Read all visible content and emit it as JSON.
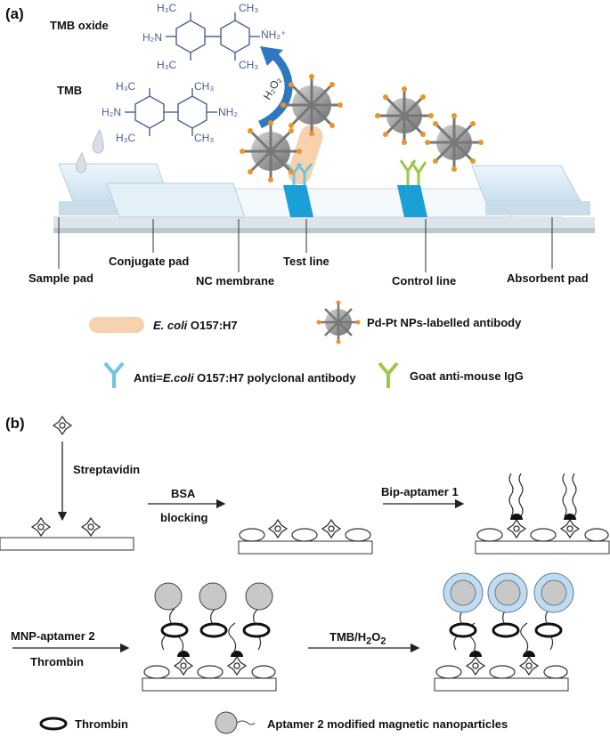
{
  "panel_a": {
    "label": "(a)",
    "tmb_oxide": "TMB oxide",
    "tmb": "TMB",
    "h2o2": "H2O2",
    "strip_labels": {
      "sample_pad": "Sample pad",
      "conjugate_pad": "Conjugate pad",
      "nc_membrane": "NC membrane",
      "test_line": "Test line",
      "control_line": "Control line",
      "absorbent_pad": "Absorbent pad"
    },
    "legend": {
      "ecoli_italic": "E. coli",
      "ecoli_rest": " O157:H7",
      "pdpt": "Pd-Pt NPs-labelled antibody",
      "anti_prefix": "Anti=",
      "anti_italic": "E.coli",
      "anti_rest": " O157:H7 polyclonal antibody",
      "goat": "Goat anti-mouse IgG"
    }
  },
  "panel_b": {
    "label": "(b)",
    "streptavidin": "Streptavidin",
    "bsa": "BSA",
    "blocking": "blocking",
    "bip_aptamer": "Bip-aptamer 1",
    "mnp_aptamer": "MNP-aptamer 2",
    "thrombin_step": "Thrombin",
    "tmb_h2o2": "TMB/H",
    "tmb_h2o2_sub1": "2",
    "tmb_h2o2_mid": "O",
    "tmb_h2o2_sub2": "2",
    "legend_thrombin": "Thrombin",
    "legend_mnp": "Aptamer 2 modified magnetic nanoparticles"
  },
  "colors": {
    "strip": "#d6e8f3",
    "line": "#1a9fd6",
    "chem": "#4a5f95",
    "arrow": "#2f78c0",
    "nanoparticle": "#8a8a8a",
    "antibody": "#e9952a",
    "ecoli": "#f6d2ae",
    "mnp_shell": "#bfdcf3"
  }
}
